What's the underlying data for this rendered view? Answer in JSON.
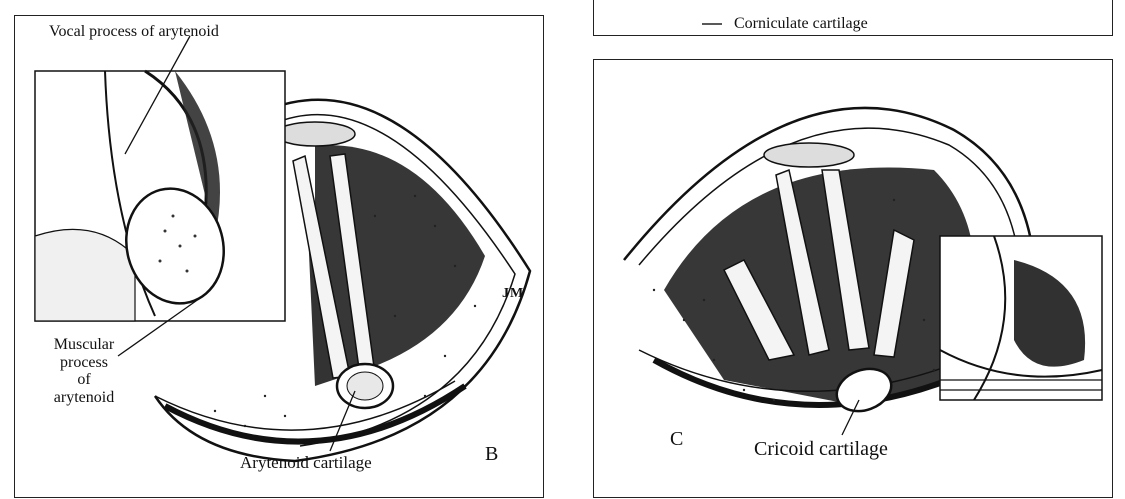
{
  "panel_top_right": {
    "caption": "Corniculate cartilage"
  },
  "panel_b": {
    "letter": "B",
    "labels": {
      "vocal_process": "Vocal process of arytenoid",
      "muscular_process_1": "Muscular",
      "muscular_process_2": "process",
      "muscular_process_3": "of",
      "muscular_process_4": "arytenoid",
      "arytenoid_cartilage": "Arytenoid cartilage",
      "artist_mark": "JM"
    }
  },
  "panel_c": {
    "letter": "C",
    "labels": {
      "cricoid_cartilage": "Cricoid cartilage"
    }
  }
}
